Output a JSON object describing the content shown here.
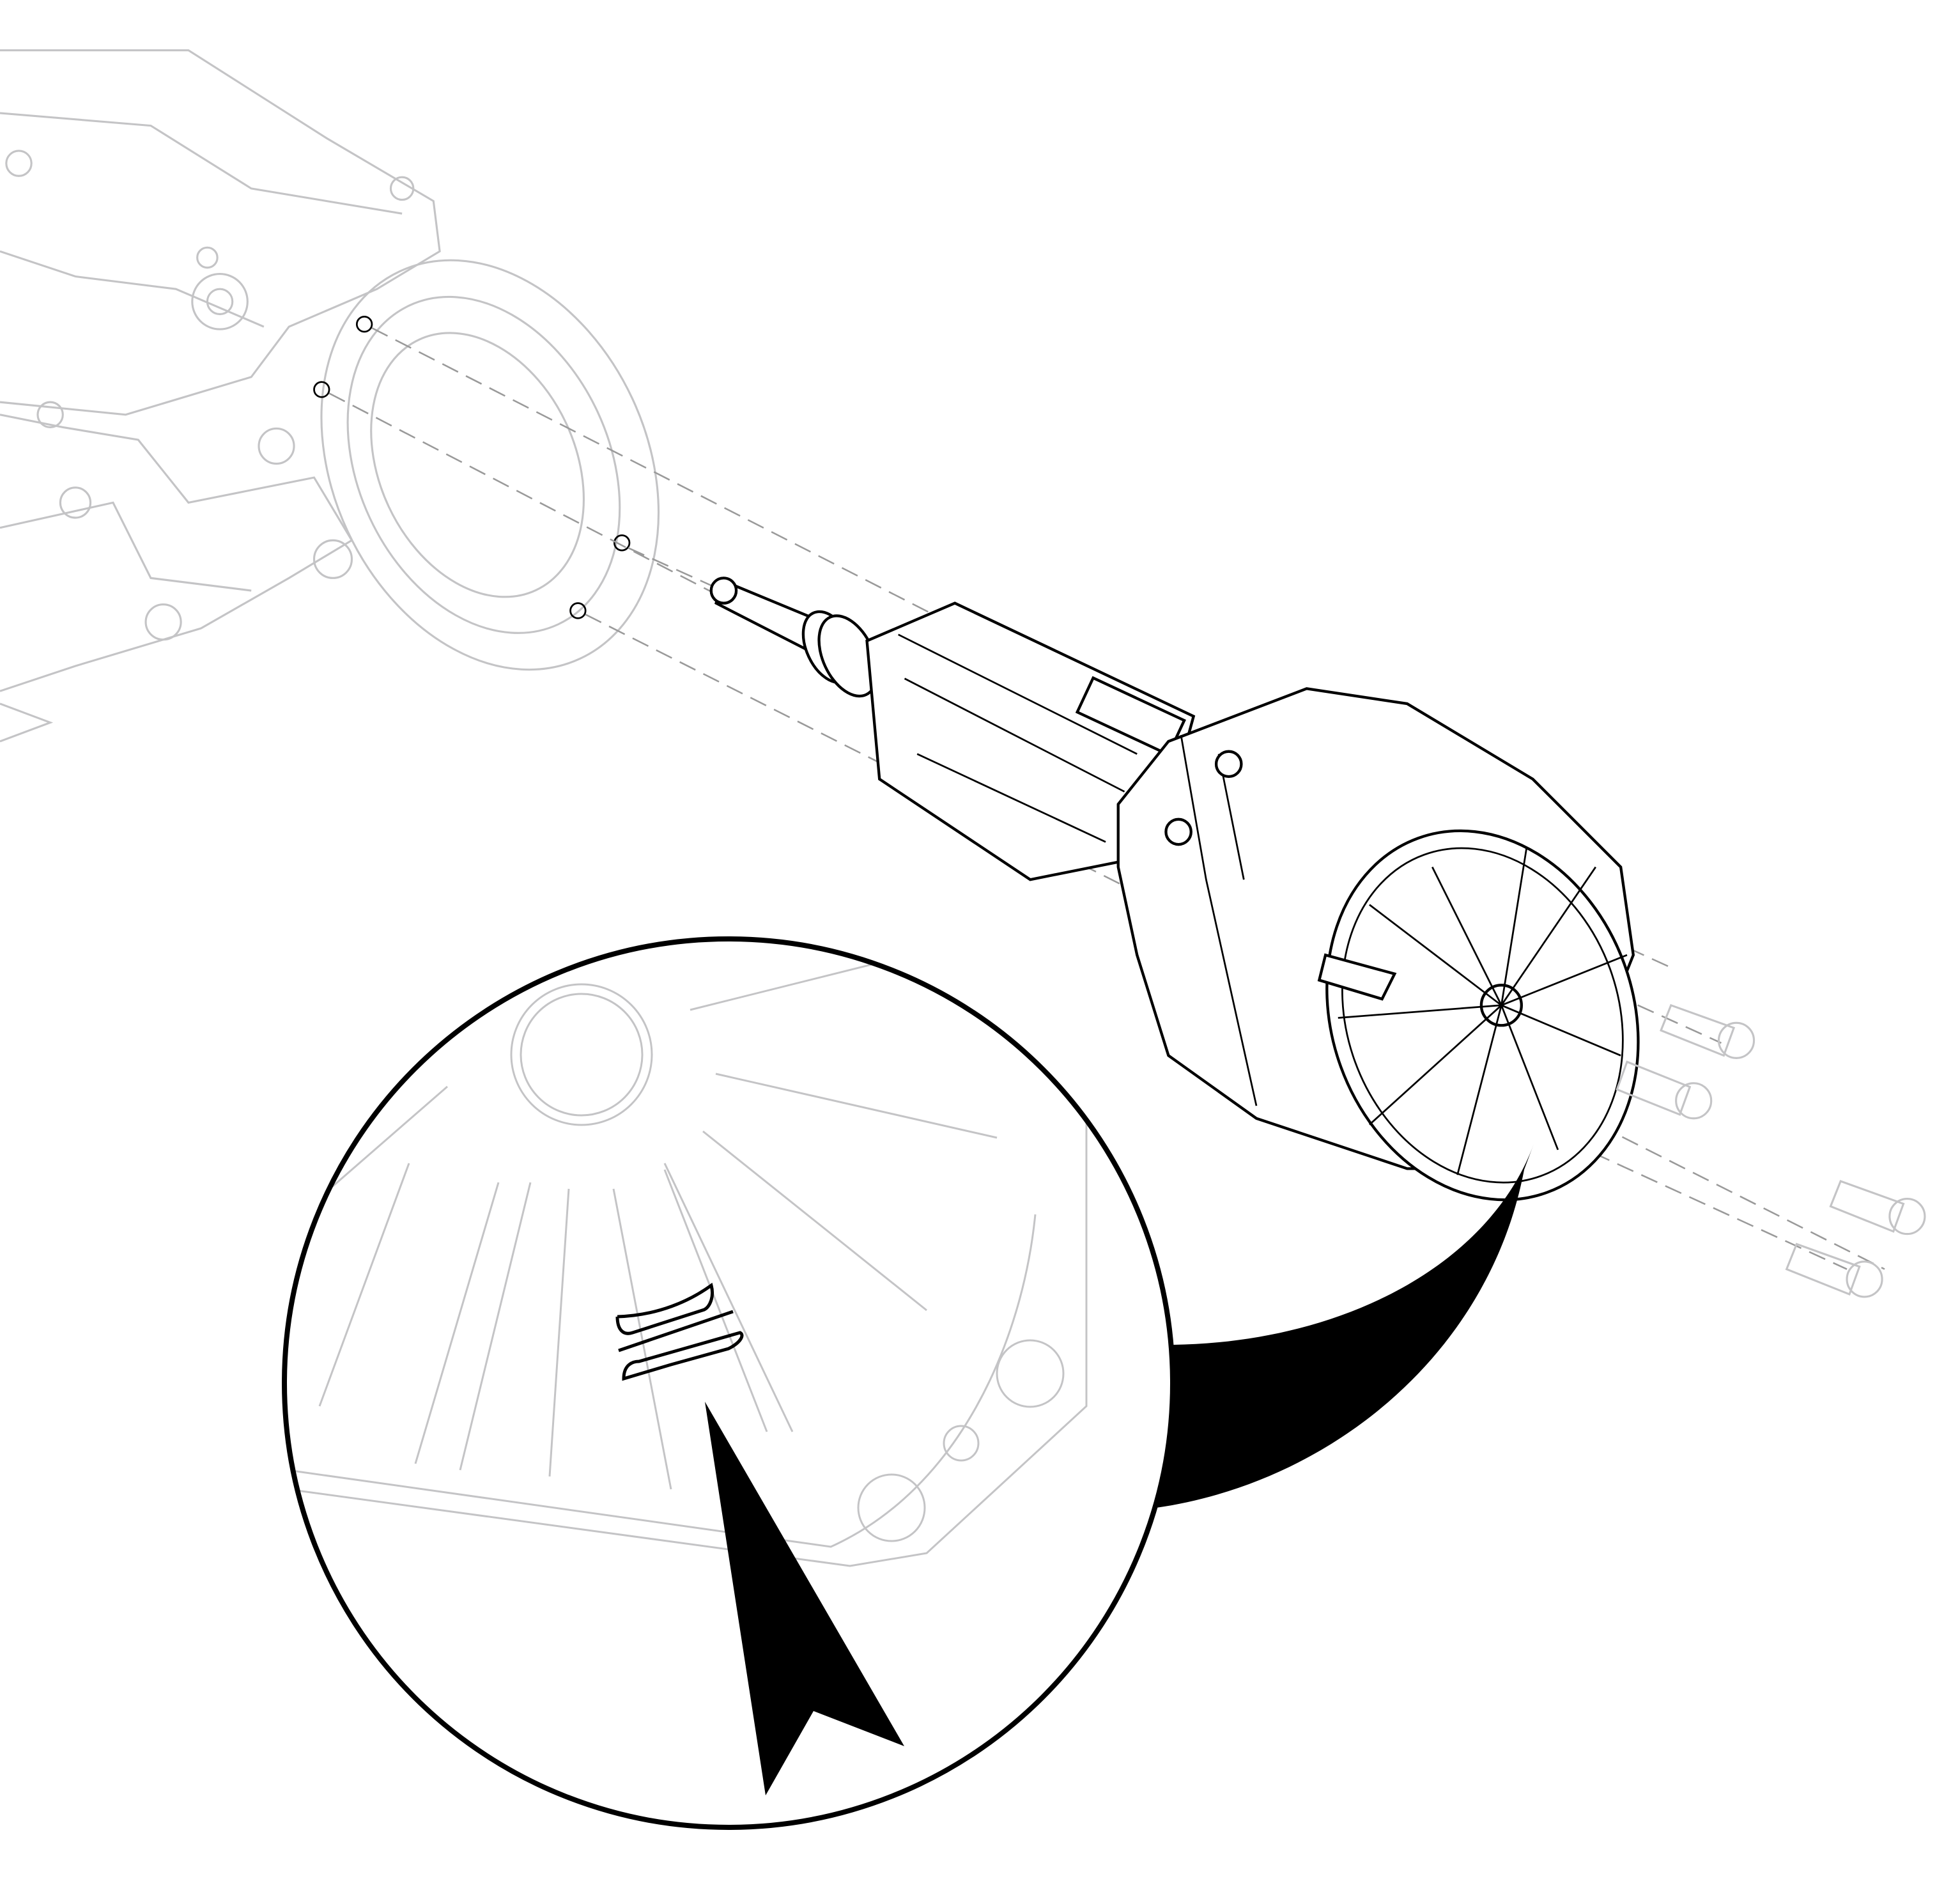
{
  "colors": {
    "line_art": "#000000",
    "ghosted_parts": "#c4c4c6",
    "background": "#ffffff"
  },
  "icons": [
    "transmission-housing",
    "electric-motor-assembly",
    "mounting-bolt",
    "detail-magnifier",
    "direction-arrow"
  ]
}
